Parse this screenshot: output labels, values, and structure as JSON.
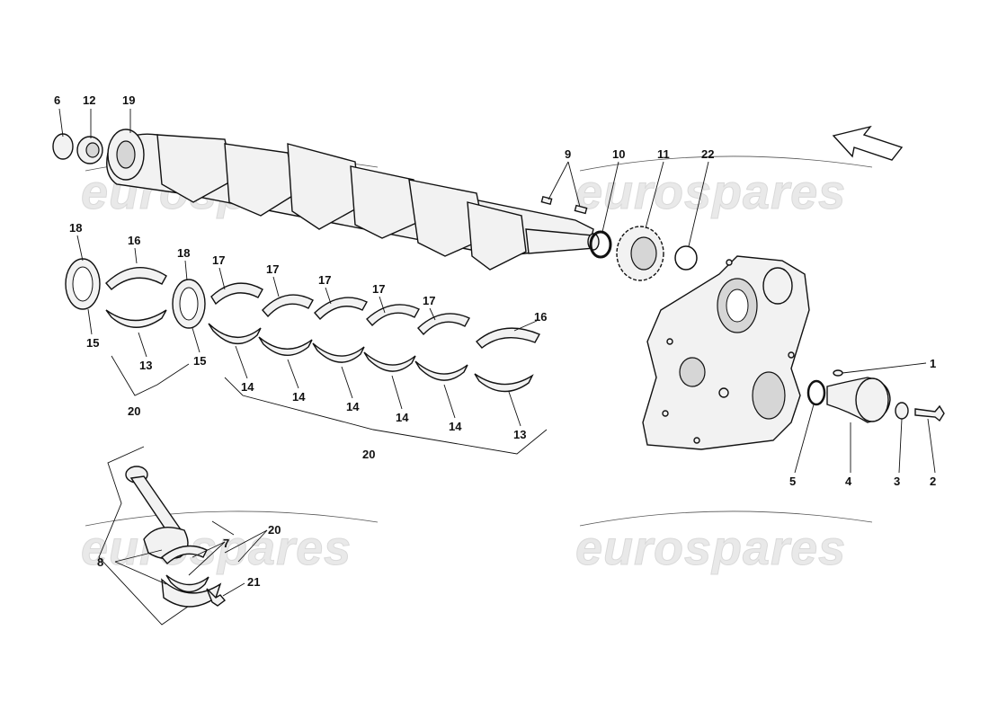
{
  "watermark": {
    "brand": "eurospares"
  },
  "callouts": [
    {
      "id": "c6",
      "text": "6"
    },
    {
      "id": "c12",
      "text": "12"
    },
    {
      "id": "c19",
      "text": "19"
    },
    {
      "id": "c9",
      "text": "9"
    },
    {
      "id": "c10",
      "text": "10"
    },
    {
      "id": "c11",
      "text": "11"
    },
    {
      "id": "c22",
      "text": "22"
    },
    {
      "id": "c18a",
      "text": "18"
    },
    {
      "id": "c16a",
      "text": "16"
    },
    {
      "id": "c18b",
      "text": "18"
    },
    {
      "id": "c17a",
      "text": "17"
    },
    {
      "id": "c17b",
      "text": "17"
    },
    {
      "id": "c17c",
      "text": "17"
    },
    {
      "id": "c17d",
      "text": "17"
    },
    {
      "id": "c17e",
      "text": "17"
    },
    {
      "id": "c16b",
      "text": "16"
    },
    {
      "id": "c15a",
      "text": "15"
    },
    {
      "id": "c13a",
      "text": "13"
    },
    {
      "id": "c15b",
      "text": "15"
    },
    {
      "id": "c14a",
      "text": "14"
    },
    {
      "id": "c14b",
      "text": "14"
    },
    {
      "id": "c14c",
      "text": "14"
    },
    {
      "id": "c14d",
      "text": "14"
    },
    {
      "id": "c14e",
      "text": "14"
    },
    {
      "id": "c13b",
      "text": "13"
    },
    {
      "id": "c20a",
      "text": "20"
    },
    {
      "id": "c20b",
      "text": "20"
    },
    {
      "id": "c1",
      "text": "1"
    },
    {
      "id": "c5",
      "text": "5"
    },
    {
      "id": "c4",
      "text": "4"
    },
    {
      "id": "c3",
      "text": "3"
    },
    {
      "id": "c2",
      "text": "2"
    },
    {
      "id": "c20c",
      "text": "20"
    },
    {
      "id": "c7",
      "text": "7"
    },
    {
      "id": "c8",
      "text": "8"
    },
    {
      "id": "c21",
      "text": "21"
    }
  ]
}
